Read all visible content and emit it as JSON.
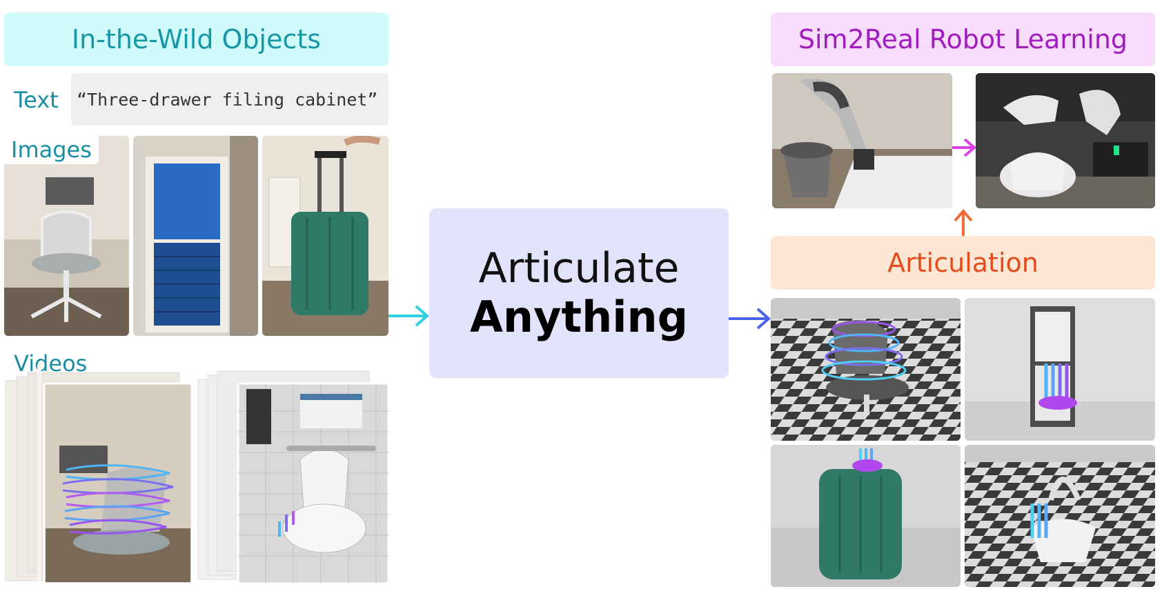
{
  "left": {
    "title": "In-the-Wild Objects",
    "text_label": "Text",
    "text_prompt": "“Three-drawer filing cabinet”",
    "images_label": "Images",
    "videos_label": "Videos"
  },
  "center": {
    "line1": "Articulate",
    "line2": "Anything"
  },
  "right": {
    "sim_title": "Sim2Real Robot Learning",
    "articulation_title": "Articulation"
  },
  "colors": {
    "cyan_panel": "#cffcfa",
    "pink_panel": "#f7dcfb",
    "orange_panel": "#fde6d3",
    "center_panel": "#e2e2fb",
    "arrow_cyan": "#2fd0e0",
    "arrow_blue": "#4a63e8",
    "arrow_magenta": "#e040e8",
    "arrow_orange": "#f4683a"
  },
  "icons": [
    "arrow-right-icon",
    "arrow-up-icon"
  ]
}
